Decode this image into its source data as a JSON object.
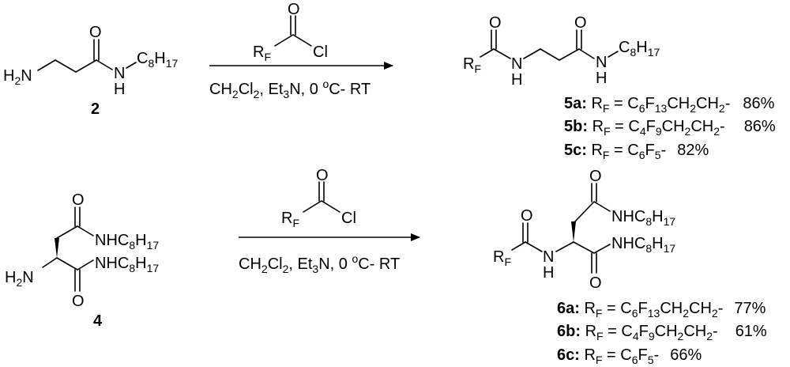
{
  "colors": {
    "ink": "#000000",
    "background": "#ffffff"
  },
  "reagents": {
    "rf": "R",
    "rf_sub": "F",
    "o": "O",
    "cl": "Cl",
    "solvent": {
      "a": "CH",
      "a2": "2",
      "b": "Cl",
      "b2": "2",
      "c": ", Et",
      "c3": "3",
      "d": "N, 0 ",
      "deg": "o",
      "e": "C- RT"
    }
  },
  "compound_2": {
    "label": "2",
    "h2": "H",
    "h2_sub": "2",
    "n": "N",
    "o": "O",
    "nh_n": "N",
    "nh_h": "H",
    "chain": "C",
    "chain_sub1": "8",
    "chain_h": "H",
    "chain_sub2": "17"
  },
  "compound_4": {
    "label": "4",
    "o_top": "O",
    "o_bottom": "O",
    "h2n": "H",
    "h2n_sub": "2",
    "h2n_n": "N",
    "amide1": "NHC",
    "amide1_s1": "8",
    "amide1_h": "H",
    "amide1_s2": "17",
    "amide2": "NHC",
    "amide2_s1": "8",
    "amide2_h": "H",
    "amide2_s2": "17"
  },
  "product_5": {
    "n1": "N",
    "h1": "H",
    "o1": "O",
    "o2": "O",
    "n2": "N",
    "h2": "H",
    "chain": "C",
    "chain_sub1": "8",
    "chain_h": "H",
    "chain_sub2": "17",
    "rows": [
      {
        "id": "5a:",
        "rf": "R",
        "rf_sub": "F",
        "eq": " = C",
        "s1": "6",
        "f": "F",
        "s2": "13",
        "tail": "CH",
        "s3": "2",
        "tail2": "CH",
        "s4": "2",
        "end": "-",
        "yield": "86%"
      },
      {
        "id": "5b:",
        "rf": "R",
        "rf_sub": "F",
        "eq": " = C",
        "s1": "4",
        "f": "F",
        "s2": "9",
        "tail": "CH",
        "s3": "2",
        "tail2": "CH",
        "s4": "2",
        "end": "-",
        "yield": "86%"
      },
      {
        "id": "5c:",
        "rf": "R",
        "rf_sub": "F",
        "eq": " = C",
        "s1": "6",
        "f": "F",
        "s2": "5",
        "tail": "",
        "s3": "",
        "tail2": "",
        "s4": "",
        "end": "-",
        "yield": "82%"
      }
    ]
  },
  "product_6": {
    "o_left": "O",
    "n": "N",
    "h": "H",
    "o_top": "O",
    "o_bottom": "O",
    "amide1": "NHC",
    "amide1_s1": "8",
    "amide1_h": "H",
    "amide1_s2": "17",
    "amide2": "NHC",
    "amide2_s1": "8",
    "amide2_h": "H",
    "amide2_s2": "17",
    "rows": [
      {
        "id": "6a:",
        "rf": "R",
        "rf_sub": "F",
        "eq": " = C",
        "s1": "6",
        "f": "F",
        "s2": "13",
        "tail": "CH",
        "s3": "2",
        "tail2": "CH",
        "s4": "2",
        "end": "-",
        "yield": "77%"
      },
      {
        "id": "6b:",
        "rf": "R",
        "rf_sub": "F",
        "eq": " = C",
        "s1": "4",
        "f": "F",
        "s2": "9",
        "tail": "CH",
        "s3": "2",
        "tail2": "CH",
        "s4": "2",
        "end": "-",
        "yield": "61%"
      },
      {
        "id": "6c:",
        "rf": "R",
        "rf_sub": "F",
        "eq": " = C",
        "s1": "6",
        "f": "F",
        "s2": "5",
        "tail": "",
        "s3": "",
        "tail2": "",
        "s4": "",
        "end": "-",
        "yield": "66%"
      }
    ]
  }
}
